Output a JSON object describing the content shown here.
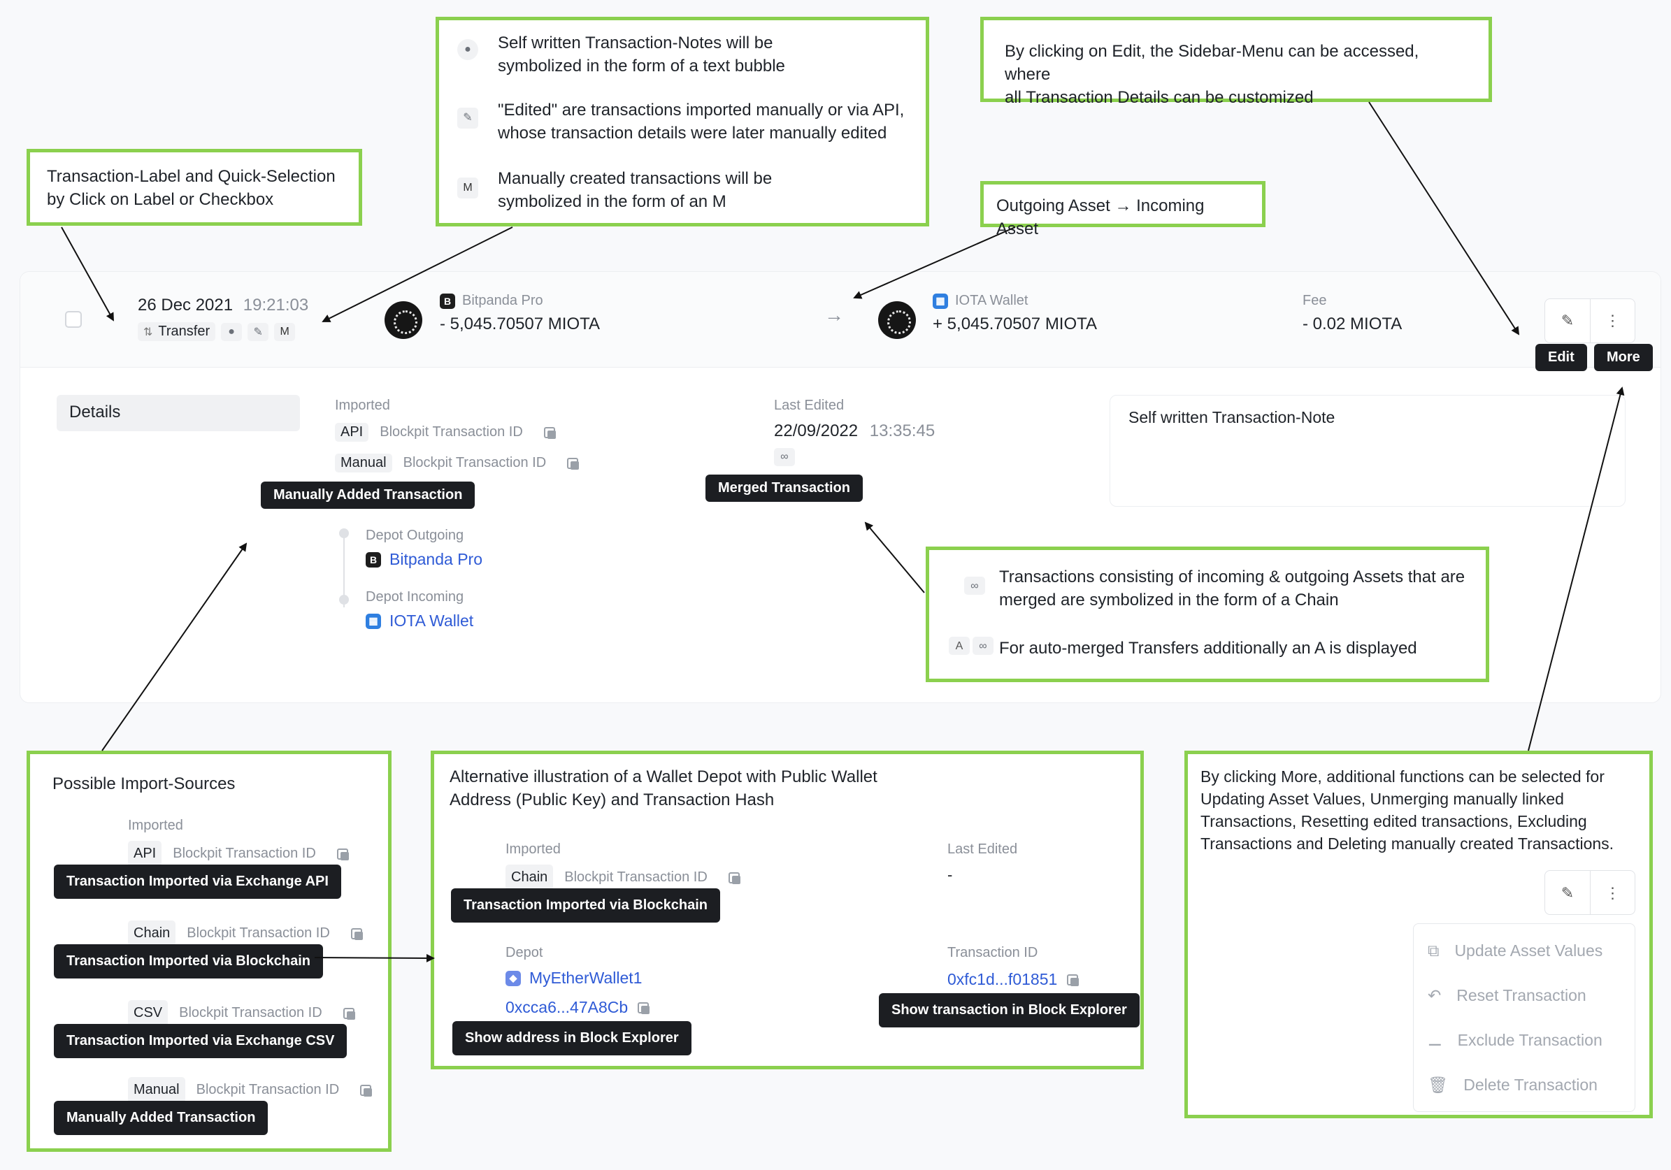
{
  "callouts": {
    "label_quick": [
      "Transaction-Label and Quick-Selection",
      "by Click on Label or Checkbox"
    ],
    "notes_legend": {
      "note": [
        "Self written Transaction-Notes will be",
        "symbolized in the form of a text bubble"
      ],
      "edited": [
        "\"Edited\" are transactions imported manually or via API,",
        "whose transaction details were later manually edited"
      ],
      "manual": [
        "Manually created transactions will be",
        "symbolized in the form of an M"
      ],
      "manual_badge": "M"
    },
    "edit_sidebar": [
      "By clicking on Edit, the Sidebar-Menu can be accessed, where",
      "all Transaction Details can be customized"
    ],
    "outgoing_incoming": "Outgoing Asset → Incoming Asset",
    "merged_chain": {
      "line1": [
        "Transactions consisting of incoming & outgoing Assets that are",
        "merged are symbolized in the form of a Chain"
      ],
      "line2": "For auto-merged Transfers additionally an A is displayed",
      "a_badge": "A"
    },
    "import_sources": {
      "title": "Possible Import-Sources",
      "imported_label": "Imported",
      "id_label": "Blockpit Transaction ID",
      "rows": [
        {
          "tag": "API",
          "tip": "Transaction Imported via Exchange API"
        },
        {
          "tag": "Chain",
          "tip": "Transaction Imported via Blockchain"
        },
        {
          "tag": "CSV",
          "tip": "Transaction Imported via Exchange CSV"
        },
        {
          "tag": "Manual",
          "tip": "Manually Added Transaction"
        }
      ]
    },
    "wallet_alt": {
      "title": [
        "Alternative illustration of a Wallet Depot with Public Wallet",
        "Address (Public Key) and Transaction Hash"
      ],
      "imported_label": "Imported",
      "chain_tag": "Chain",
      "id_label": "Blockpit Transaction ID",
      "chain_tip": "Transaction Imported via Blockchain",
      "last_edited_label": "Last Edited",
      "last_edited_value": "-",
      "depot_label": "Depot",
      "wallet_name": "MyEtherWallet1",
      "address": "0xcca6...47A8Cb",
      "address_tip": "Show address in Block Explorer",
      "txid_label": "Transaction ID",
      "txid": "0xfc1d...f01851",
      "txid_tip": "Show transaction in Block Explorer"
    },
    "more_functions": {
      "text": [
        "By clicking More, additional functions can be selected for",
        "Updating Asset Values, Unmerging manually linked",
        "Transactions, Resetting edited transactions, Excluding",
        "Transactions and Deleting manually created Transactions."
      ],
      "menu": [
        "Update Asset Values",
        "Reset Transaction",
        "Exclude Transaction",
        "Delete Transaction"
      ]
    }
  },
  "transaction": {
    "date": "26 Dec 2021",
    "time": "19:21:03",
    "label": "Transfer",
    "manual_badge": "M",
    "outgoing": {
      "depot": "Bitpanda Pro",
      "amount": "- 5,045.70507 MIOTA"
    },
    "incoming": {
      "depot": "IOTA Wallet",
      "amount": "+ 5,045.70507 MIOTA"
    },
    "fee_label": "Fee",
    "fee": "- 0.02 MIOTA",
    "edit_tip": "Edit",
    "more_tip": "More"
  },
  "details": {
    "tab": "Details",
    "imported_label": "Imported",
    "api_tag": "API",
    "manual_tag": "Manual",
    "id_label": "Blockpit Transaction ID",
    "manual_tip": "Manually Added Transaction",
    "last_edited_label": "Last Edited",
    "last_edited_date": "22/09/2022",
    "last_edited_time": "13:35:45",
    "merged_tip": "Merged Transaction",
    "depot_outgoing_label": "Depot Outgoing",
    "depot_outgoing": "Bitpanda Pro",
    "depot_incoming_label": "Depot Incoming",
    "depot_incoming": "IOTA Wallet",
    "note": "Self written Transaction-Note"
  },
  "colors": {
    "callout_border": "#8bd04e",
    "tooltip_bg": "#1c1e22",
    "link": "#2f5bd6",
    "bitpanda": "#1d1d1d",
    "iota_wallet": "#2f7fe0"
  }
}
